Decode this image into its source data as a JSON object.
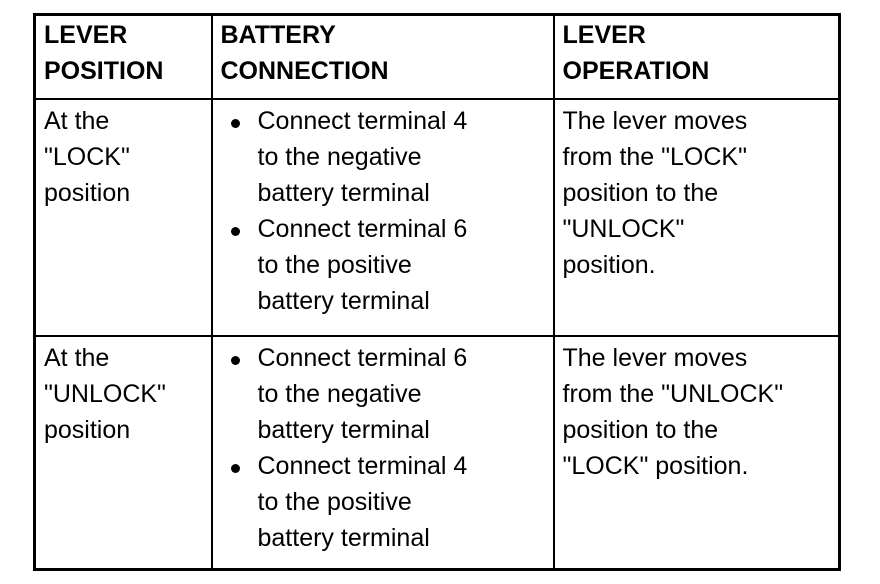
{
  "colors": {
    "border": "#000000",
    "background": "#ffffff",
    "text": "#000000"
  },
  "table": {
    "headers": [
      "LEVER\nPOSITION",
      "BATTERY\nCONNECTION",
      "LEVER\nOPERATION"
    ],
    "rows": [
      {
        "lever_position": "At the\n\"LOCK\"\nposition",
        "battery_connection": [
          "Connect terminal 4\nto the negative\nbattery terminal",
          "Connect terminal 6\nto the positive\nbattery terminal"
        ],
        "lever_operation": "The lever moves\nfrom the \"LOCK\"\nposition to the\n\"UNLOCK\"\nposition."
      },
      {
        "lever_position": "At the\n\"UNLOCK\"\nposition",
        "battery_connection": [
          "Connect terminal 6\nto the negative\nbattery terminal",
          "Connect terminal 4\nto the positive\nbattery terminal"
        ],
        "lever_operation": "The lever moves\nfrom the \"UNLOCK\"\nposition to the\n\"LOCK\" position."
      }
    ]
  }
}
